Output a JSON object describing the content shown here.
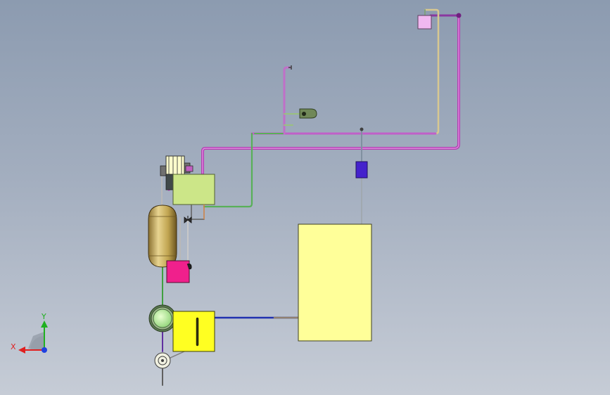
{
  "viewport": {
    "width": 867,
    "height": 562
  },
  "colors": {
    "background_top": "#8c9bb0",
    "background_bottom": "#c6ccd6",
    "pipe_magenta": "#c040c0",
    "pipe_green": "#58b058",
    "pipe_tan": "#d8c890",
    "pipe_blue": "#2030b0",
    "tank_yellow": "#ffff99",
    "box_lightgreen": "#cce688",
    "box_magenta": "#f0208c",
    "box_yellow": "#ffff22",
    "box_pink": "#f0b8f0",
    "valve_blue": "#4422cc",
    "vessel_gold": "#c8b060",
    "pump_green": "#b8f0a0",
    "axis_x": "#e02020",
    "axis_y": "#20b020",
    "axis_z": "#2040e0"
  },
  "axis_triad": {
    "x_label": "X",
    "y_label": "Y"
  },
  "icons": {
    "axis_triad": "coordinate-triad-icon",
    "pump": "pump-icon",
    "vessel": "pressure-vessel-icon",
    "valve": "valve-icon",
    "motor": "motor-icon",
    "tank": "tank-icon"
  }
}
